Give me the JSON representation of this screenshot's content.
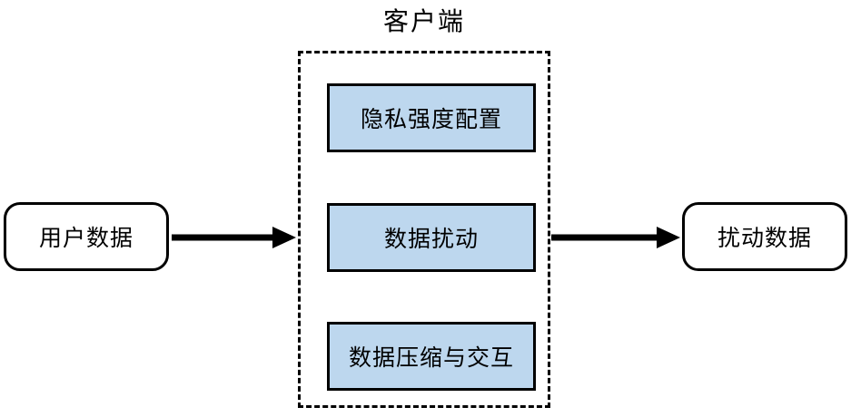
{
  "diagram": {
    "title": "客户端",
    "client_modules": [
      {
        "label": "隐私强度配置"
      },
      {
        "label": "数据扰动"
      },
      {
        "label": "数据压缩与交互"
      }
    ],
    "input_node": {
      "label": "用户数据"
    },
    "output_node": {
      "label": "扰动数据"
    },
    "colors": {
      "module_fill": "#BDD7EE",
      "stroke": "#000000",
      "background": "#FFFFFF"
    }
  }
}
